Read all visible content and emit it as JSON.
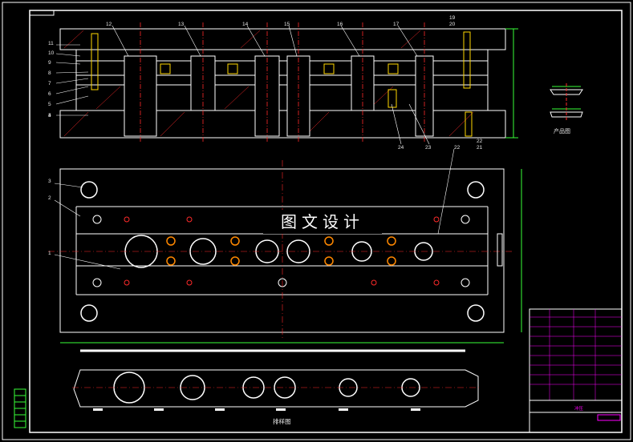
{
  "callouts_section": [
    "11",
    "10",
    "9",
    "8",
    "7",
    "6",
    "5",
    "3",
    "4"
  ],
  "callouts_top": [
    "12",
    "13",
    "14",
    "15",
    "16",
    "17",
    "19",
    "20"
  ],
  "callouts_bottom": [
    "24",
    "23",
    "22",
    "21"
  ],
  "callouts_plan": [
    "3",
    "2",
    "1",
    "22"
  ],
  "product_caption": "产品图",
  "strip_caption": "排样图",
  "watermark": "图文设计",
  "title_block_label": "冲压"
}
